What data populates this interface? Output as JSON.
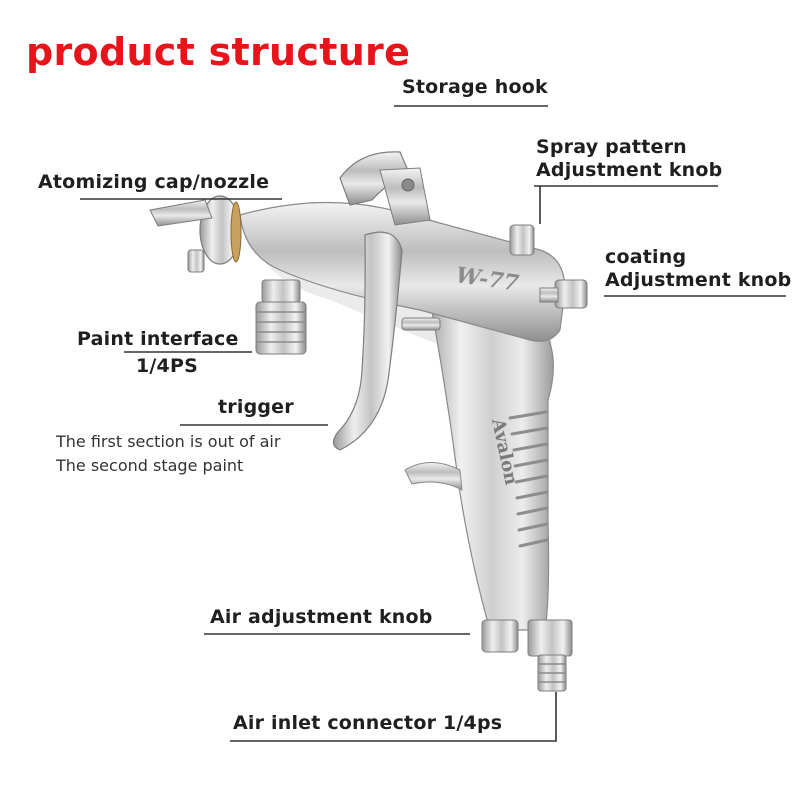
{
  "title": "product structure",
  "colors": {
    "title": "#e8141b",
    "leader": "#333333",
    "metal": "#c9c9c9"
  },
  "gun": {
    "cup_marking": "W-77",
    "handle_marking": "Avalon"
  },
  "labels": {
    "storage_hook": "Storage hook",
    "spray_pattern_line1": "Spray pattern",
    "spray_pattern_line2": "Adjustment knob",
    "atomizing_cap": "Atomizing cap/nozzle",
    "coating_line1": "coating",
    "coating_line2": "Adjustment knob",
    "paint_interface_line1": "Paint interface",
    "paint_interface_line2": "1/4PS",
    "trigger": "trigger",
    "trigger_note_line1": "The first section is out of air",
    "trigger_note_line2": "The second stage paint",
    "air_adjustment": "Air adjustment knob",
    "air_inlet": "Air inlet connector 1/4ps"
  }
}
